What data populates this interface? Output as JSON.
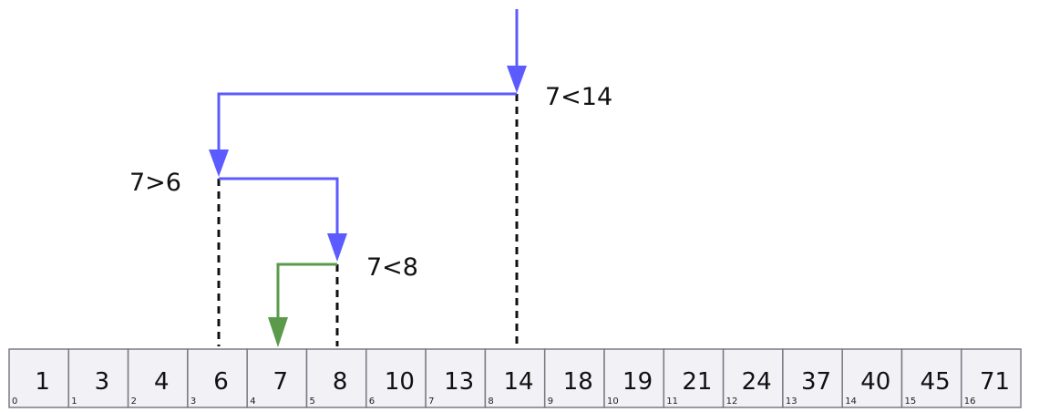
{
  "array": {
    "values": [
      "1",
      "3",
      "4",
      "6",
      "7",
      "8",
      "10",
      "13",
      "14",
      "18",
      "19",
      "21",
      "24",
      "37",
      "40",
      "45",
      "71"
    ],
    "indices": [
      "0",
      "1",
      "2",
      "3",
      "4",
      "5",
      "6",
      "7",
      "8",
      "9",
      "10",
      "11",
      "12",
      "13",
      "14",
      "15",
      "16"
    ]
  },
  "steps": [
    {
      "label": "7<14",
      "from_index": null,
      "to_index": 8,
      "color": "#5b5bff"
    },
    {
      "label": "7>6",
      "from_index": 8,
      "to_index": 3,
      "color": "#5b5bff"
    },
    {
      "label": "7<8",
      "from_index": 3,
      "to_index": 5,
      "color": "#5b5bff"
    },
    {
      "label": "",
      "from_index": 5,
      "to_index": 4,
      "color": "#5a9a4a"
    }
  ],
  "colors": {
    "search_path": "#5b5bff",
    "found_path": "#5a9a4a",
    "pivot_line": "#111111",
    "cell_fill": "#f1f1f6",
    "cell_border": "#7a7a86"
  }
}
